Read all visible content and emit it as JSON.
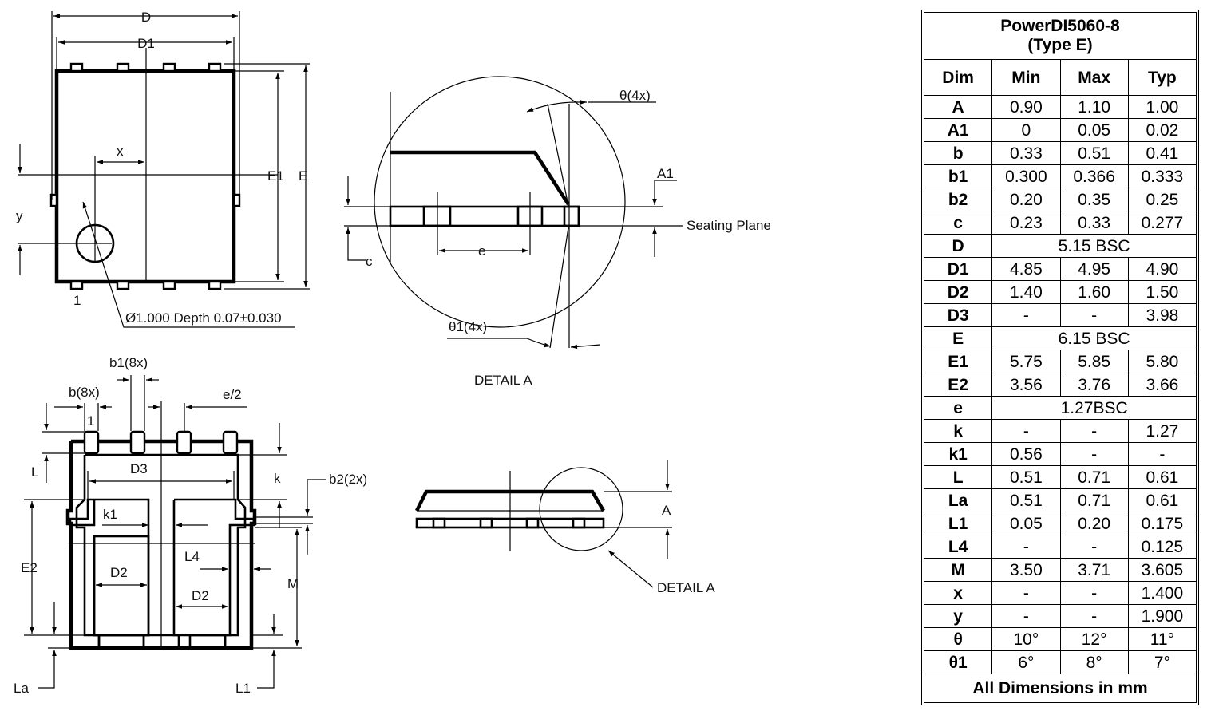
{
  "top_view": {
    "dim_D": "D",
    "dim_D1": "D1",
    "dim_E1": "E1",
    "dim_E": "E",
    "dim_x": "x",
    "dim_y": "y",
    "pin1": "1",
    "hole_note": "Ø1.000 Depth 0.07±0.030"
  },
  "detail_view": {
    "theta": "θ(4x)",
    "theta1": "θ1(4x)",
    "dim_A1": "A1",
    "seating_plane": "Seating Plane",
    "dim_e": "e",
    "dim_c": "c",
    "caption": "DETAIL A"
  },
  "bottom_view": {
    "b1": "b1(8x)",
    "b": "b(8x)",
    "pin1": "1",
    "e_half": "e/2",
    "L": "L",
    "D3": "D3",
    "k": "k",
    "b2": "b2(2x)",
    "k1": "k1",
    "E2": "E2",
    "D2_left": "D2",
    "L4": "L4",
    "M": "M",
    "D2_right": "D2",
    "La": "La",
    "L1": "L1"
  },
  "side_view": {
    "dim_A": "A",
    "detail_label": "DETAIL A"
  },
  "table": {
    "title_line1": "PowerDI5060-8",
    "title_line2": "(Type E)",
    "headers": [
      "Dim",
      "Min",
      "Max",
      "Typ"
    ],
    "rows": [
      {
        "dim": "A",
        "min": "0.90",
        "max": "1.10",
        "typ": "1.00"
      },
      {
        "dim": "A1",
        "min": "0",
        "max": "0.05",
        "typ": "0.02"
      },
      {
        "dim": "b",
        "min": "0.33",
        "max": "0.51",
        "typ": "0.41"
      },
      {
        "dim": "b1",
        "min": "0.300",
        "max": "0.366",
        "typ": "0.333"
      },
      {
        "dim": "b2",
        "min": "0.20",
        "max": "0.35",
        "typ": "0.25"
      },
      {
        "dim": "c",
        "min": "0.23",
        "max": "0.33",
        "typ": "0.277"
      },
      {
        "dim": "D",
        "span": "5.15 BSC"
      },
      {
        "dim": "D1",
        "min": "4.85",
        "max": "4.95",
        "typ": "4.90"
      },
      {
        "dim": "D2",
        "min": "1.40",
        "max": "1.60",
        "typ": "1.50"
      },
      {
        "dim": "D3",
        "min": "-",
        "max": "-",
        "typ": "3.98"
      },
      {
        "dim": "E",
        "span": "6.15 BSC"
      },
      {
        "dim": "E1",
        "min": "5.75",
        "max": "5.85",
        "typ": "5.80"
      },
      {
        "dim": "E2",
        "min": "3.56",
        "max": "3.76",
        "typ": "3.66"
      },
      {
        "dim": "e",
        "span": "1.27BSC"
      },
      {
        "dim": "k",
        "min": "-",
        "max": "-",
        "typ": "1.27"
      },
      {
        "dim": "k1",
        "min": "0.56",
        "max": "-",
        "typ": "-"
      },
      {
        "dim": "L",
        "min": "0.51",
        "max": "0.71",
        "typ": "0.61"
      },
      {
        "dim": "La",
        "min": "0.51",
        "max": "0.71",
        "typ": "0.61"
      },
      {
        "dim": "L1",
        "min": "0.05",
        "max": "0.20",
        "typ": "0.175"
      },
      {
        "dim": "L4",
        "min": "-",
        "max": "-",
        "typ": "0.125"
      },
      {
        "dim": "M",
        "min": "3.50",
        "max": "3.71",
        "typ": "3.605"
      },
      {
        "dim": "x",
        "min": "-",
        "max": "-",
        "typ": "1.400"
      },
      {
        "dim": "y",
        "min": "-",
        "max": "-",
        "typ": "1.900"
      },
      {
        "dim": "θ",
        "min": "10°",
        "max": "12°",
        "typ": "11°"
      },
      {
        "dim": "θ1",
        "min": "6°",
        "max": "8°",
        "typ": "7°"
      }
    ],
    "footer": "All Dimensions in mm"
  }
}
